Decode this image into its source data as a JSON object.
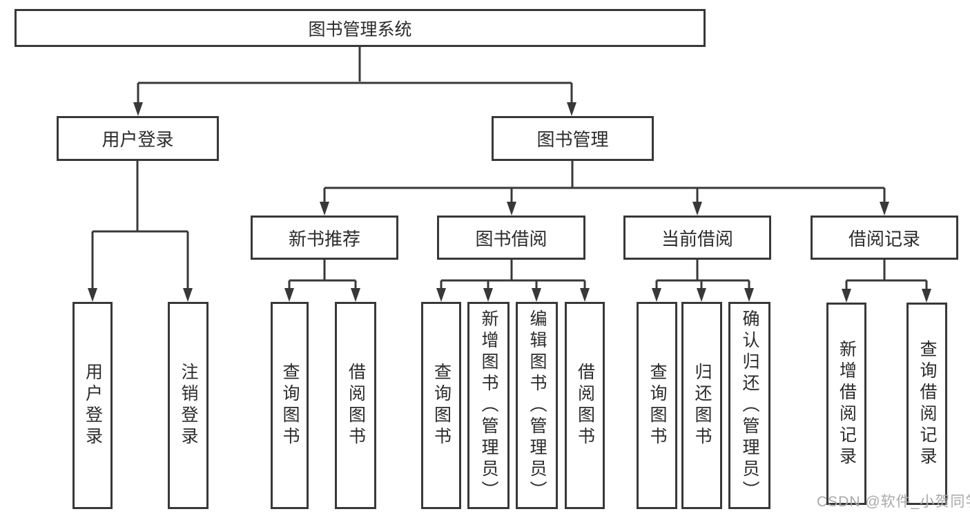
{
  "watermark": "CSDN @软件_小贺同学",
  "colors": {
    "line": "#383838",
    "text": "#2b2b2b",
    "watermark": "#a9a9a9",
    "background": "#ffffff"
  },
  "tree": {
    "label": "图书管理系统",
    "children": [
      {
        "label": "用户登录",
        "children": [
          {
            "label": "用户登录"
          },
          {
            "label": "注销登录"
          }
        ]
      },
      {
        "label": "图书管理",
        "children": [
          {
            "label": "新书推荐",
            "children": [
              {
                "label": "查询图书"
              },
              {
                "label": "借阅图书"
              }
            ]
          },
          {
            "label": "图书借阅",
            "children": [
              {
                "label": "查询图书"
              },
              {
                "label": "新增图书（管理员）"
              },
              {
                "label": "编辑图书（管理员）"
              },
              {
                "label": "借阅图书"
              }
            ]
          },
          {
            "label": "当前借阅",
            "children": [
              {
                "label": "查询图书"
              },
              {
                "label": "归还图书"
              },
              {
                "label": "确认归还（管理员）"
              }
            ]
          },
          {
            "label": "借阅记录",
            "children": [
              {
                "label": "新增借阅记录"
              },
              {
                "label": "查询借阅记录"
              }
            ]
          }
        ]
      }
    ]
  }
}
